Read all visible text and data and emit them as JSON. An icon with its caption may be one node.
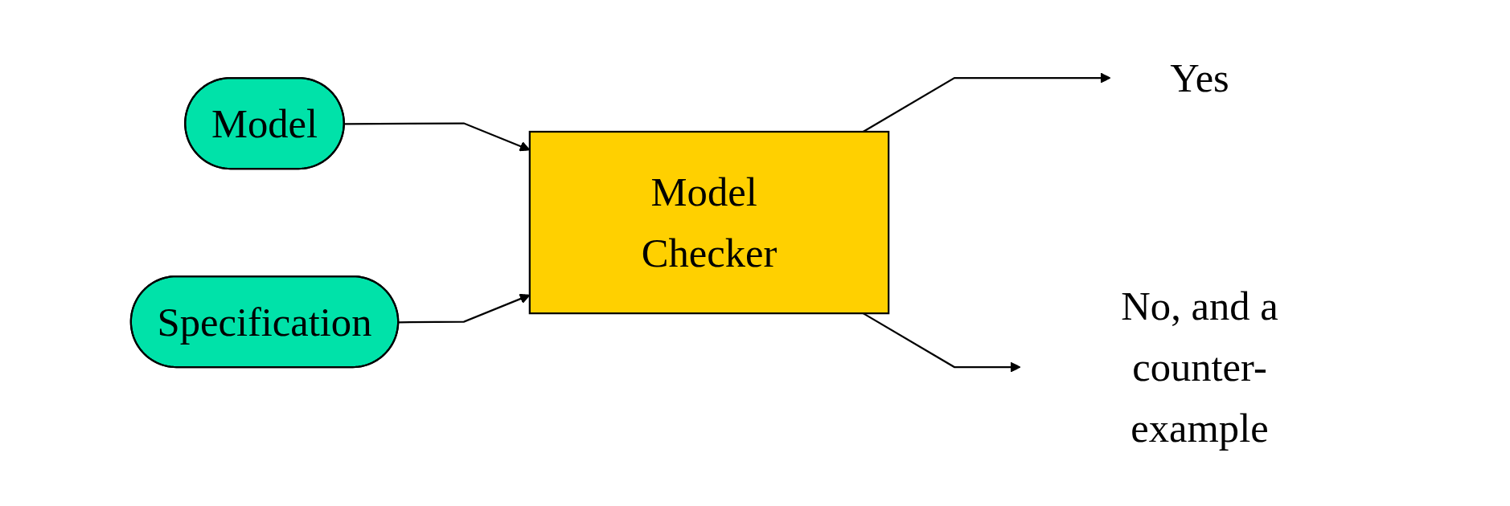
{
  "diagram": {
    "nodes": [
      {
        "text": [
          "Model"
        ]
      },
      {
        "text": [
          "Specification"
        ]
      },
      {
        "text": [
          "Model Checker"
        ]
      },
      {
        "text": [
          "Yes"
        ]
      },
      {
        "text": [
          "No, and a",
          "counter-example"
        ]
      }
    ],
    "edges": [
      {
        "from": 0,
        "to": 2,
        "arrow": "to"
      },
      {
        "from": 1,
        "to": 2,
        "arrow": "to"
      },
      {
        "from": 2,
        "to": 3,
        "arrow": "to"
      },
      {
        "from": 2,
        "to": 4,
        "arrow": "to"
      }
    ]
  }
}
